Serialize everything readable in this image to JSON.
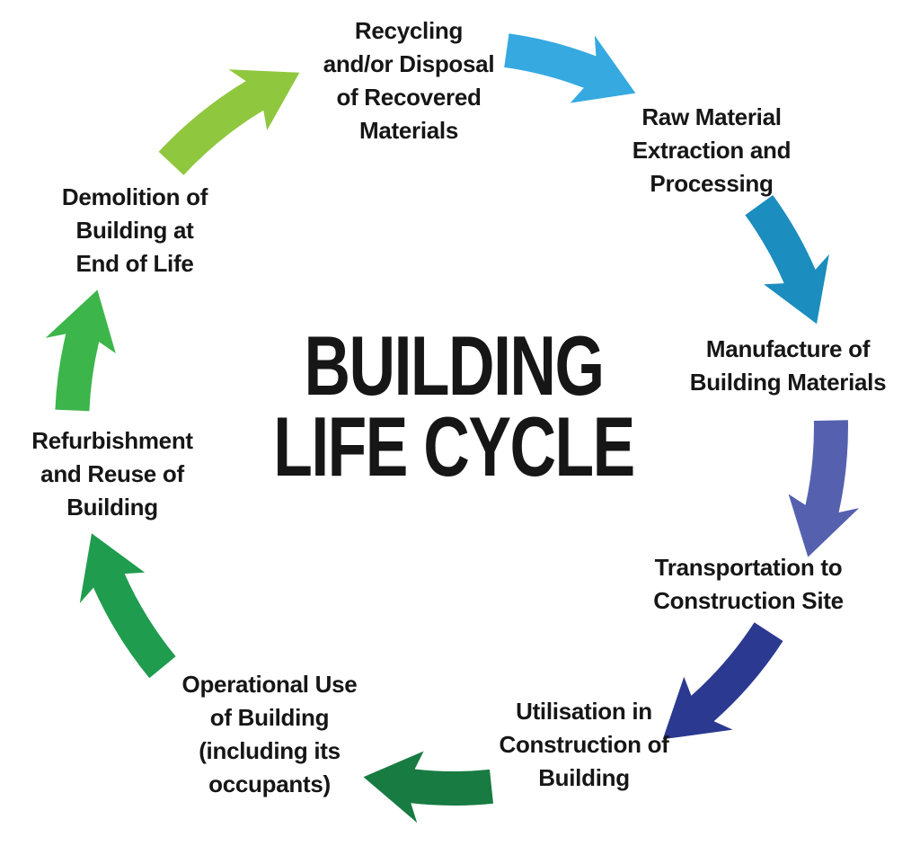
{
  "title": {
    "lines": [
      "BUILDING",
      "LIFE CYCLE"
    ],
    "color": "#161616"
  },
  "background_color": "#ffffff",
  "steps": [
    {
      "name": "recycling-disposal-of-recovered-materials",
      "label": [
        "Recycling",
        "and/or Disposal",
        "of Recovered",
        "Materials"
      ],
      "arrow_color": "#36A9E1"
    },
    {
      "name": "raw-material-extraction-and-processing",
      "label": [
        "Raw Material",
        "Extraction and",
        "Processing"
      ],
      "arrow_color": "#1B8DBE"
    },
    {
      "name": "manufacture-of-building-materials",
      "label": [
        "Manufacture of",
        "Building Materials"
      ],
      "arrow_color": "#5561AE"
    },
    {
      "name": "transportation-to-construction-site",
      "label": [
        "Transportation to",
        "Construction Site"
      ],
      "arrow_color": "#2B3990"
    },
    {
      "name": "utilisation-in-construction-of-building",
      "label": [
        "Utilisation in",
        "Construction of",
        "Building"
      ],
      "arrow_color": "#187B42"
    },
    {
      "name": "operational-use-of-building",
      "label": [
        "Operational Use",
        "of Building",
        "(including its",
        "occupants)"
      ],
      "arrow_color": "#209C4E"
    },
    {
      "name": "refurbishment-and-reuse-of-building",
      "label": [
        "Refurbishment",
        "and Reuse of",
        "Building"
      ],
      "arrow_color": "#3CB54A"
    },
    {
      "name": "demolition-of-building-at-end-of-life",
      "label": [
        "Demolition of",
        "Building at",
        "End of Life"
      ],
      "arrow_color": "#8FC73E"
    }
  ]
}
